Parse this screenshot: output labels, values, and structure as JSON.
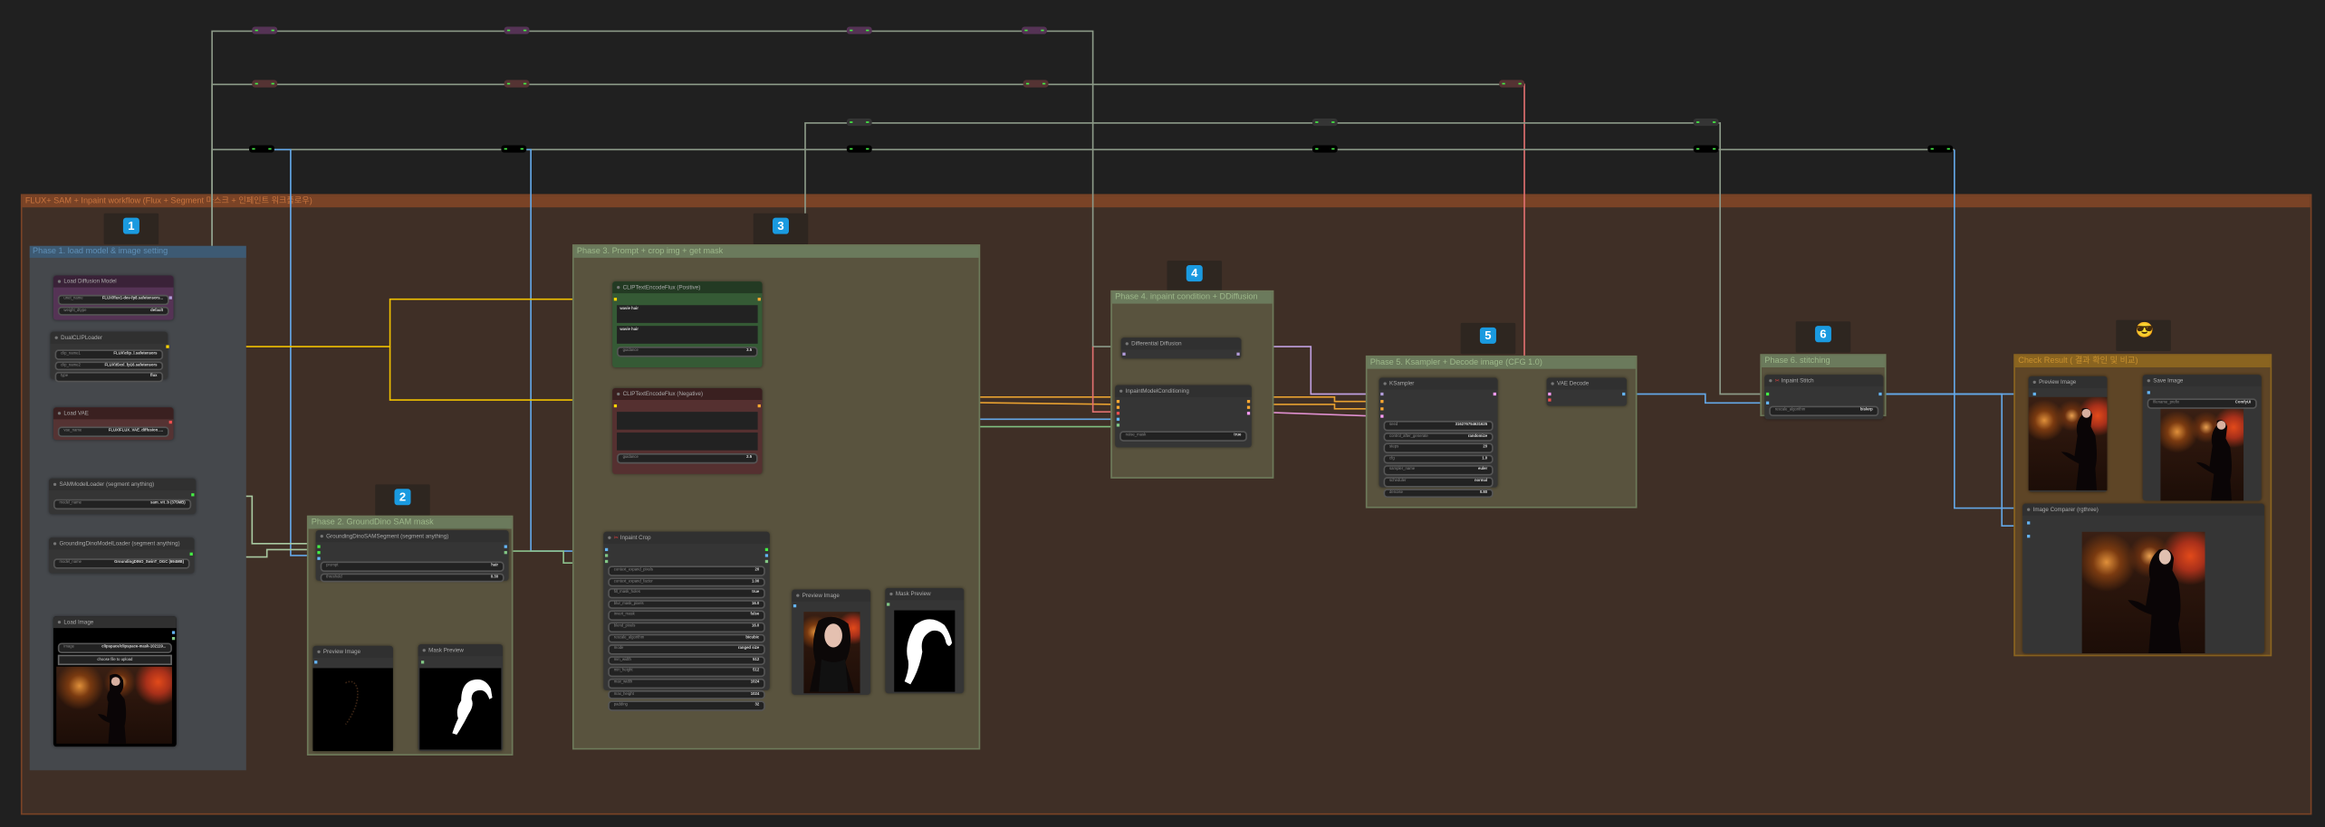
{
  "workflow_title": "FLUX+ SAM + Inpaint workflow (Flux + Segment 마스크 + 인페인트 워크플로우)",
  "colors": {
    "accent_badge": "#1a9ae0",
    "clip_wire": "#ffd500",
    "cond_wire": "#ffa931",
    "image_wire": "#64b5f6",
    "mask_wire": "#81c784"
  },
  "groups": {
    "phase1": {
      "title": "Phase 1. load model & image setting",
      "badge": "1"
    },
    "phase2": {
      "title": "Phase 2. GroundDino SAM mask",
      "badge": "2"
    },
    "phase3": {
      "title": "Phase 3. Prompt + crop img + get mask",
      "badge": "3"
    },
    "phase4": {
      "title": "Phase 4. inpaint condition + DDiffusion",
      "badge": "4"
    },
    "phase5": {
      "title": "Phase 5. Ksampler + Decode image (CFG 1.0)",
      "badge": "5"
    },
    "phase6": {
      "title": "Phase 6. stitching",
      "badge": "6"
    },
    "check": {
      "title": "Check Result ( 결과 확인 및 비교)",
      "badge": "😎"
    }
  },
  "nodes": {
    "load_diffusion": {
      "title": "Load Diffusion Model",
      "widgets": [
        {
          "label": "unet_name",
          "value": "FLUX\\flux1-dev-fp8.safetensors..."
        },
        {
          "label": "weight_dtype",
          "value": "default"
        }
      ]
    },
    "dual_clip": {
      "title": "DualCLIPLoader",
      "widgets": [
        {
          "label": "clip_name1",
          "value": "FLUX\\clip_l.safetensors"
        },
        {
          "label": "clip_name2",
          "value": "FLUX\\t5xxl_fp16.safetensors"
        },
        {
          "label": "type",
          "value": "flux"
        }
      ]
    },
    "load_vae": {
      "title": "Load VAE",
      "widgets": [
        {
          "label": "vae_name",
          "value": "FLUX\\FLUX_VAE_diffusion_..."
        }
      ]
    },
    "sam_loader": {
      "title": "SAMModelLoader (segment anything)",
      "widgets": [
        {
          "label": "model_name",
          "value": "sam_vit_b (375MB)"
        }
      ]
    },
    "dino_loader": {
      "title": "GroundingDinoModelLoader (segment anything)",
      "widgets": [
        {
          "label": "model_name",
          "value": "GroundingDINO_SwinT_OGC (694MB)"
        }
      ]
    },
    "load_image": {
      "title": "Load Image",
      "widgets": [
        {
          "label": "image",
          "value": "clipspace/clipspace-mask-102119..."
        }
      ],
      "upload_label": "choose file to upload"
    },
    "sam_segment": {
      "title": "GroundingDinoSAMSegment (segment anything)",
      "widgets": [
        {
          "label": "prompt",
          "value": "hair"
        },
        {
          "label": "threshold",
          "value": "0.30"
        }
      ]
    },
    "preview2": {
      "title": "Preview Image"
    },
    "mask_preview2": {
      "title": "Mask Preview"
    },
    "clip_pos": {
      "title": "CLIPTextEncodeFlux (Positive)",
      "text1": "wavie hair",
      "text2": "wavie hair",
      "widgets": [
        {
          "label": "guidance",
          "value": "3.5"
        }
      ]
    },
    "clip_neg": {
      "title": "CLIPTextEncodeFlux (Negative)",
      "widgets": [
        {
          "label": "guidance",
          "value": "2.5"
        }
      ]
    },
    "inpaint_crop": {
      "title": "Inpaint Crop",
      "widgets": [
        {
          "label": "context_expand_pixels",
          "value": "20"
        },
        {
          "label": "context_expand_factor",
          "value": "1.00"
        },
        {
          "label": "fill_mask_holes",
          "value": "true"
        },
        {
          "label": "blur_mask_pixels",
          "value": "16.0"
        },
        {
          "label": "invert_mask",
          "value": "false"
        },
        {
          "label": "blend_pixels",
          "value": "16.0"
        },
        {
          "label": "rescale_algorithm",
          "value": "bicubic"
        },
        {
          "label": "mode",
          "value": "ranged size"
        },
        {
          "label": "min_width",
          "value": "512"
        },
        {
          "label": "min_height",
          "value": "512"
        },
        {
          "label": "max_width",
          "value": "1024"
        },
        {
          "label": "max_height",
          "value": "1024"
        },
        {
          "label": "padding",
          "value": "32"
        }
      ]
    },
    "preview3": {
      "title": "Preview Image"
    },
    "mask_preview3": {
      "title": "Mask Preview"
    },
    "diff_diffusion": {
      "title": "Differential Diffusion"
    },
    "inpaint_cond": {
      "title": "InpaintModelConditioning",
      "widgets": [
        {
          "label": "noise_mask",
          "value": "true"
        }
      ]
    },
    "ksampler": {
      "title": "KSampler",
      "widgets": [
        {
          "label": "seed",
          "value": "316276754631625"
        },
        {
          "label": "control_after_generate",
          "value": "randomize"
        },
        {
          "label": "steps",
          "value": "20"
        },
        {
          "label": "cfg",
          "value": "1.0"
        },
        {
          "label": "sampler_name",
          "value": "euler"
        },
        {
          "label": "scheduler",
          "value": "normal"
        },
        {
          "label": "denoise",
          "value": "0.80"
        }
      ]
    },
    "vae_decode": {
      "title": "VAE Decode"
    },
    "inpaint_stitch": {
      "title": "Inpaint Stitch",
      "widgets": [
        {
          "label": "rescale_algorithm",
          "value": "bislerp"
        }
      ]
    },
    "preview_result": {
      "title": "Preview Image"
    },
    "save_image": {
      "title": "Save Image",
      "widgets": [
        {
          "label": "filename_prefix",
          "value": "ComfyUI"
        }
      ]
    },
    "comparer": {
      "title": "Image Comparer (rgthree)"
    }
  }
}
